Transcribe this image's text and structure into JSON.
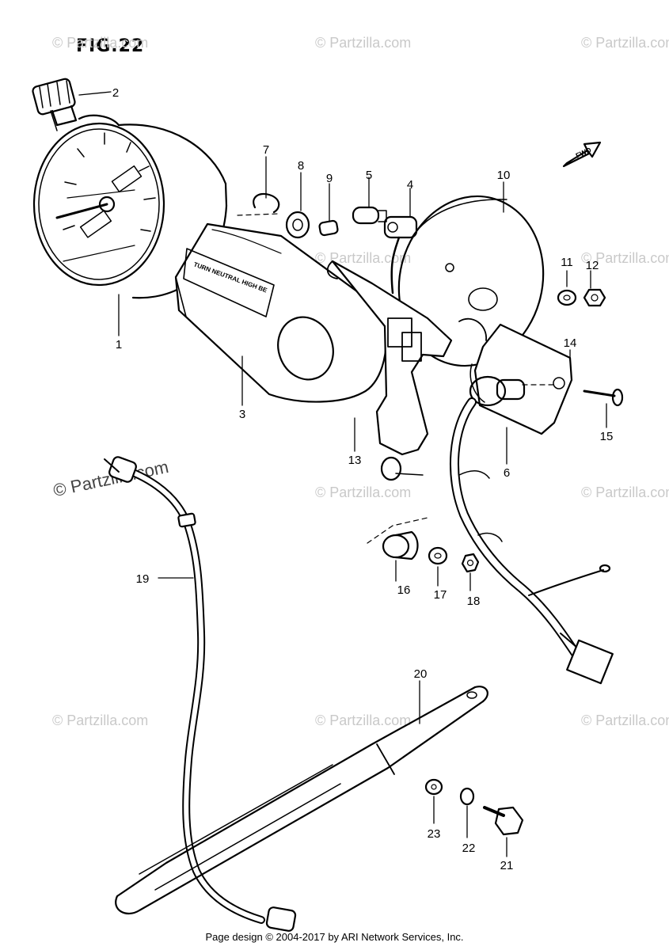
{
  "figure": {
    "title": "FIG.22",
    "direction_arrow": "FWD"
  },
  "gauge_face_text": "TURN NEUTRAL HIGH BE",
  "watermark": "© Partzilla.com",
  "callouts": [
    "1",
    "2",
    "3",
    "4",
    "5",
    "6",
    "7",
    "8",
    "9",
    "10",
    "11",
    "12",
    "13",
    "14",
    "15",
    "16",
    "17",
    "18",
    "19",
    "20",
    "21",
    "22",
    "23"
  ],
  "footer": "Page design © 2004-2017 by ARI Network Services, Inc."
}
